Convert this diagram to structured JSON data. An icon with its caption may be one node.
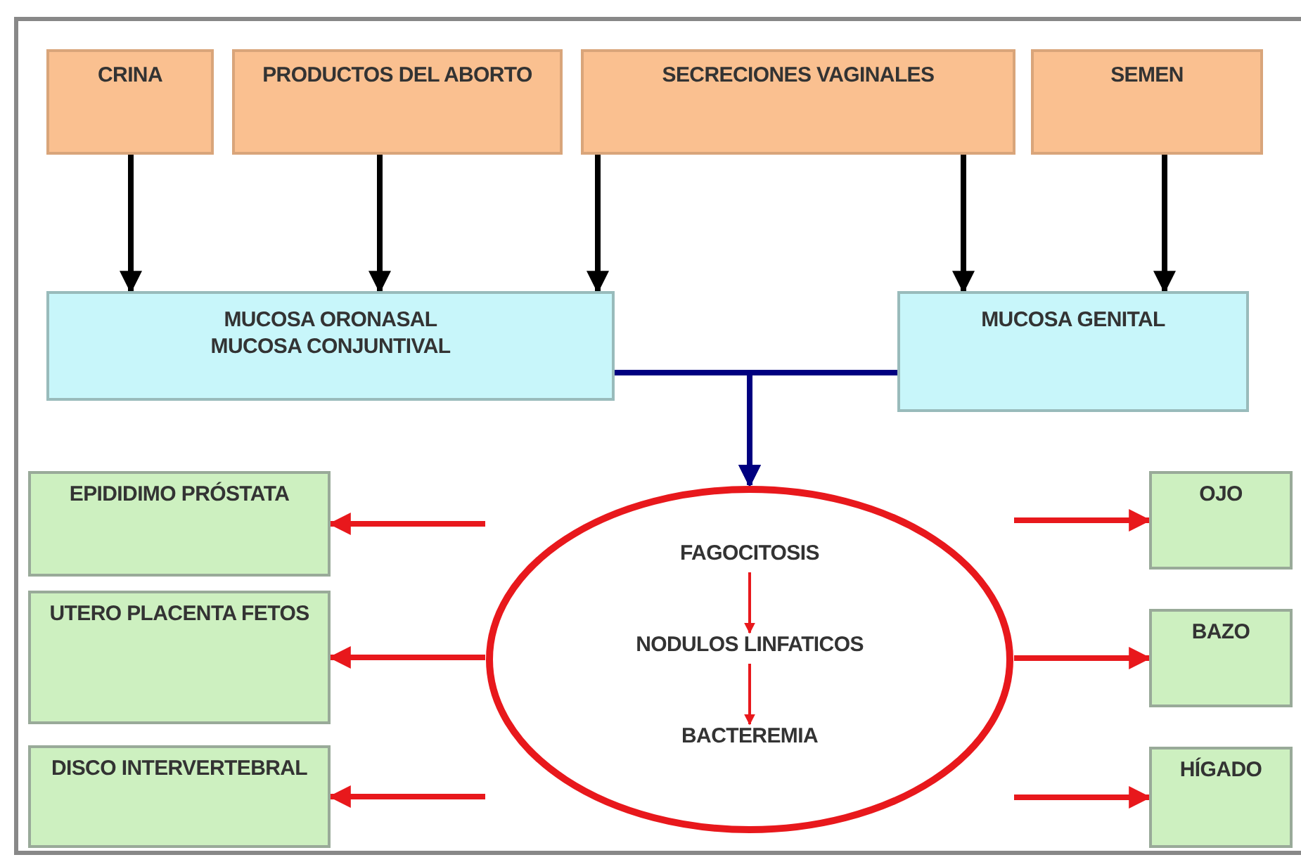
{
  "diagram": {
    "nodes": [
      {
        "text": [
          "CRINA"
        ]
      },
      {
        "text": [
          "PRODUCTOS DEL ABORTO"
        ]
      },
      {
        "text": [
          "SECRECIONES VAGINALES"
        ]
      },
      {
        "text": [
          "SEMEN"
        ]
      },
      {
        "text": [
          "MUCOSA ORONASAL",
          "MUCOSA CONJUNTIVAL"
        ]
      },
      {
        "text": [
          "MUCOSA GENITAL"
        ]
      },
      {
        "text": [],
        "shape": "ellipse"
      },
      {
        "text": [
          "FAGOCITOSIS"
        ],
        "in": 6
      },
      {
        "text": [
          "NODULOS LINFATICOS"
        ],
        "in": 6
      },
      {
        "text": [
          "BACTEREMIA"
        ],
        "in": 6
      },
      {
        "text": [
          "EPIDIDIMO PRÓSTATA"
        ]
      },
      {
        "text": [
          "UTERO PLACENTA FETOS"
        ]
      },
      {
        "text": [
          "DISCO INTERVERTEBRAL"
        ]
      },
      {
        "text": [
          "OJO"
        ]
      },
      {
        "text": [
          "BAZO"
        ]
      },
      {
        "text": [
          "HÍGADO"
        ]
      }
    ],
    "edges": [
      {
        "from": 0,
        "to": 4,
        "arrow": "to",
        "color": "#000000"
      },
      {
        "from": 1,
        "to": 4,
        "arrow": "to",
        "color": "#000000"
      },
      {
        "from": 2,
        "to": 4,
        "arrow": "to",
        "color": "#000000"
      },
      {
        "from": 2,
        "to": 5,
        "arrow": "to",
        "color": "#000000"
      },
      {
        "from": 3,
        "to": 5,
        "arrow": "to",
        "color": "#000000"
      },
      {
        "from": 4,
        "to": 6,
        "arrow": "to",
        "color": "#000080"
      },
      {
        "from": 5,
        "to": 6,
        "arrow": "to",
        "color": "#000080"
      },
      {
        "from": 6,
        "to": 10,
        "arrow": "to"
      },
      {
        "from": 6,
        "to": 11,
        "arrow": "to"
      },
      {
        "from": 6,
        "to": 12,
        "arrow": "to"
      },
      {
        "from": 6,
        "to": 13,
        "arrow": "to"
      },
      {
        "from": 6,
        "to": 14,
        "arrow": "to"
      },
      {
        "from": 6,
        "to": 15,
        "arrow": "to"
      },
      {
        "from": 7,
        "to": 8,
        "arrow": "to"
      },
      {
        "from": 8,
        "to": 9,
        "arrow": "to"
      }
    ]
  }
}
